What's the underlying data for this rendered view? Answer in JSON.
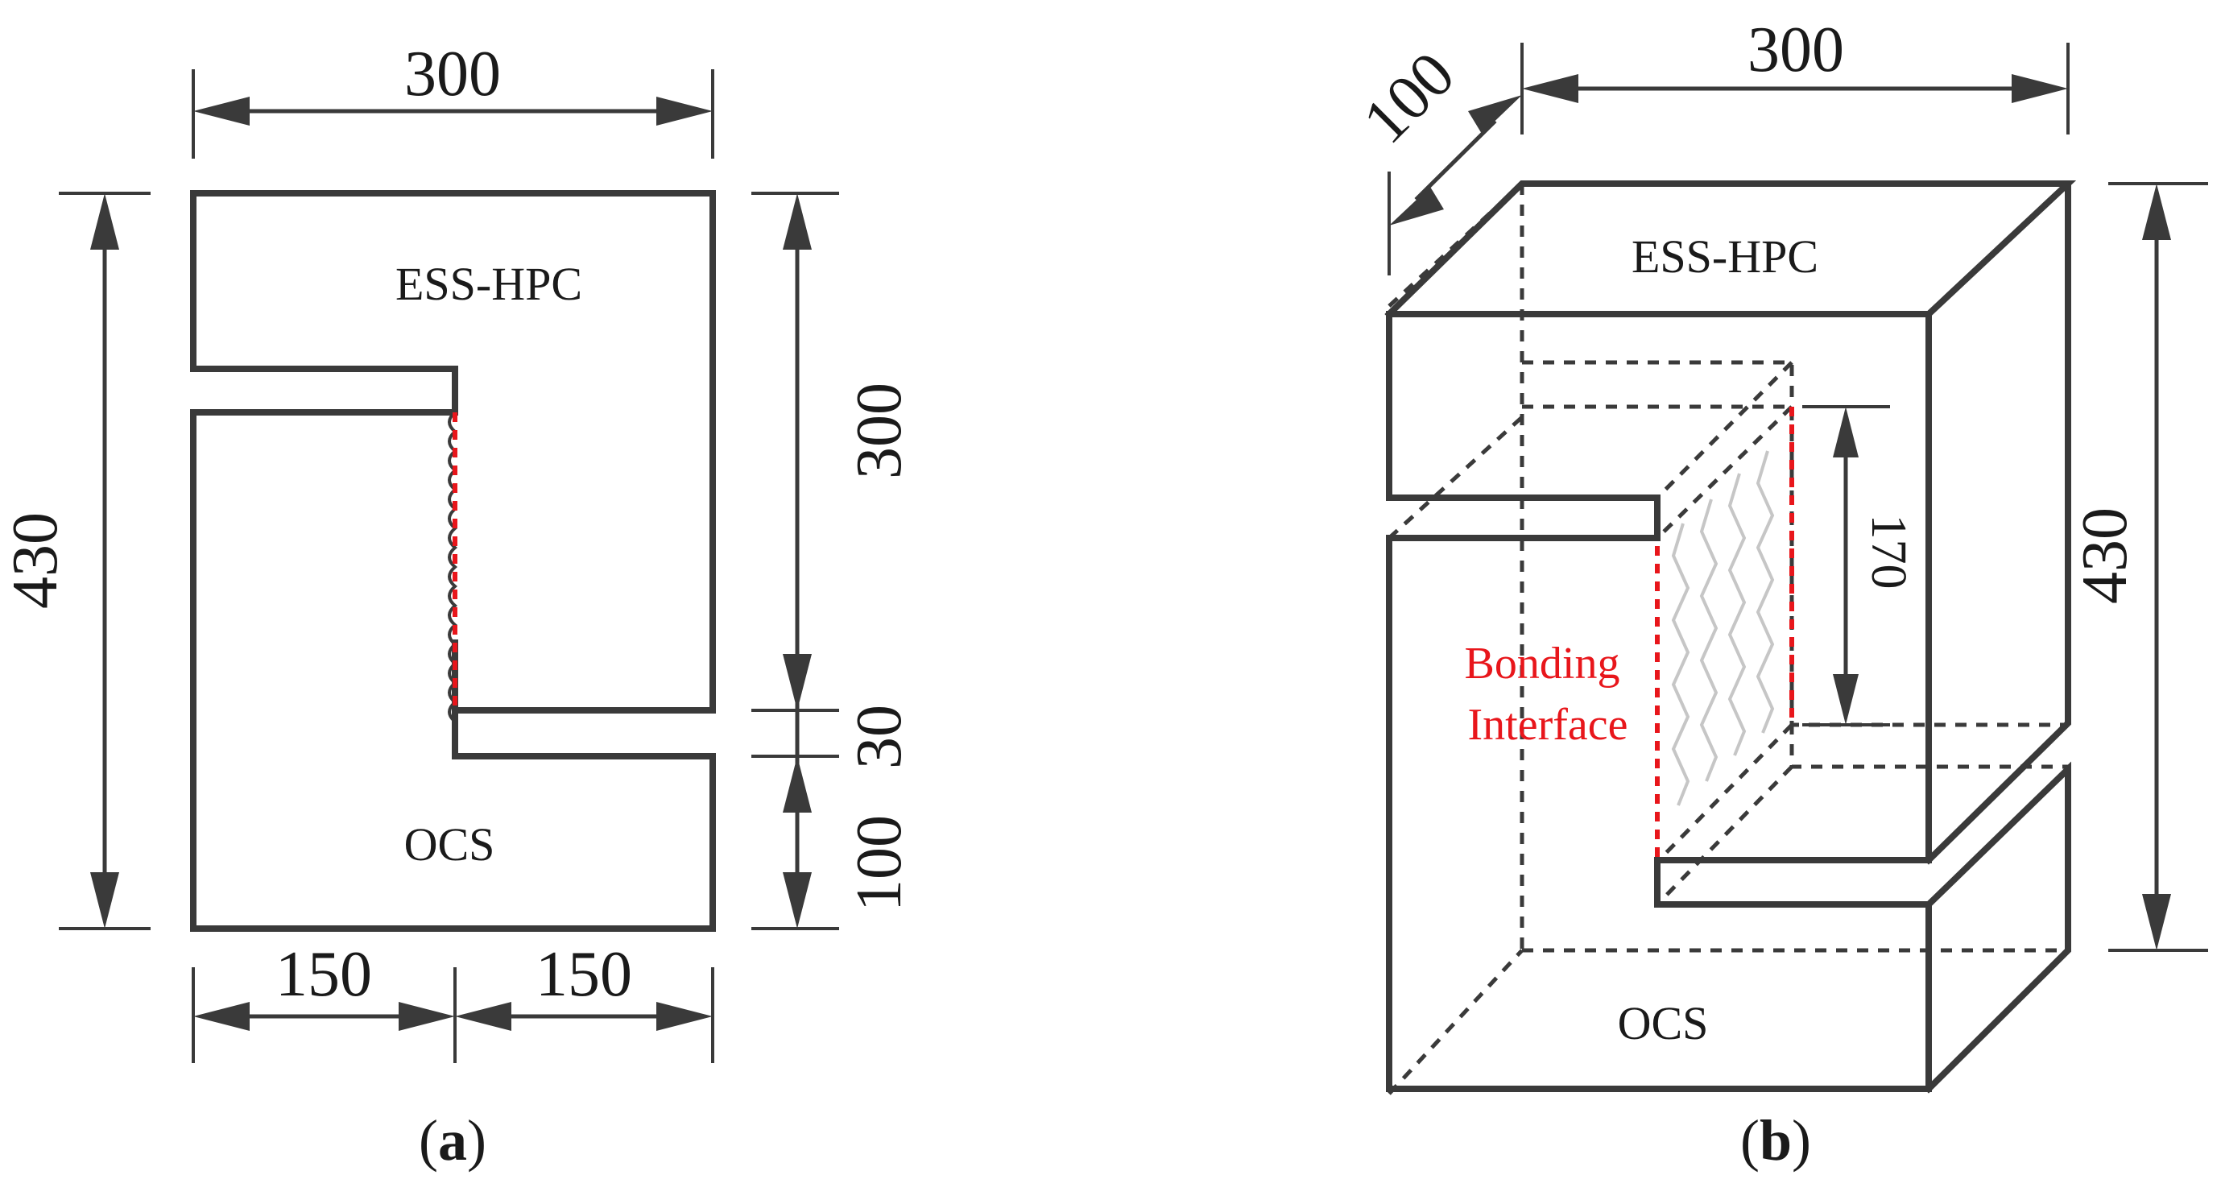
{
  "panel_a": {
    "dims": {
      "top_width": "300",
      "overall_height": "430",
      "upper_height": "300",
      "slot_height": "30",
      "lower_height": "100",
      "bottom_left": "150",
      "bottom_right": "150"
    },
    "labels": {
      "upper_material": "ESS-HPC",
      "lower_material": "OCS"
    },
    "caption_letter": "a"
  },
  "panel_b": {
    "dims": {
      "depth": "100",
      "top_width": "300",
      "overall_height": "430",
      "interface_height": "170"
    },
    "labels": {
      "upper_material": "ESS-HPC",
      "lower_material": "OCS",
      "interface_line1": "Bonding",
      "interface_line2": "Interface"
    },
    "caption_letter": "b"
  },
  "colors": {
    "line": "#3a3a3a",
    "interface": "#e8161b",
    "hatch": "#c6c6c6"
  }
}
